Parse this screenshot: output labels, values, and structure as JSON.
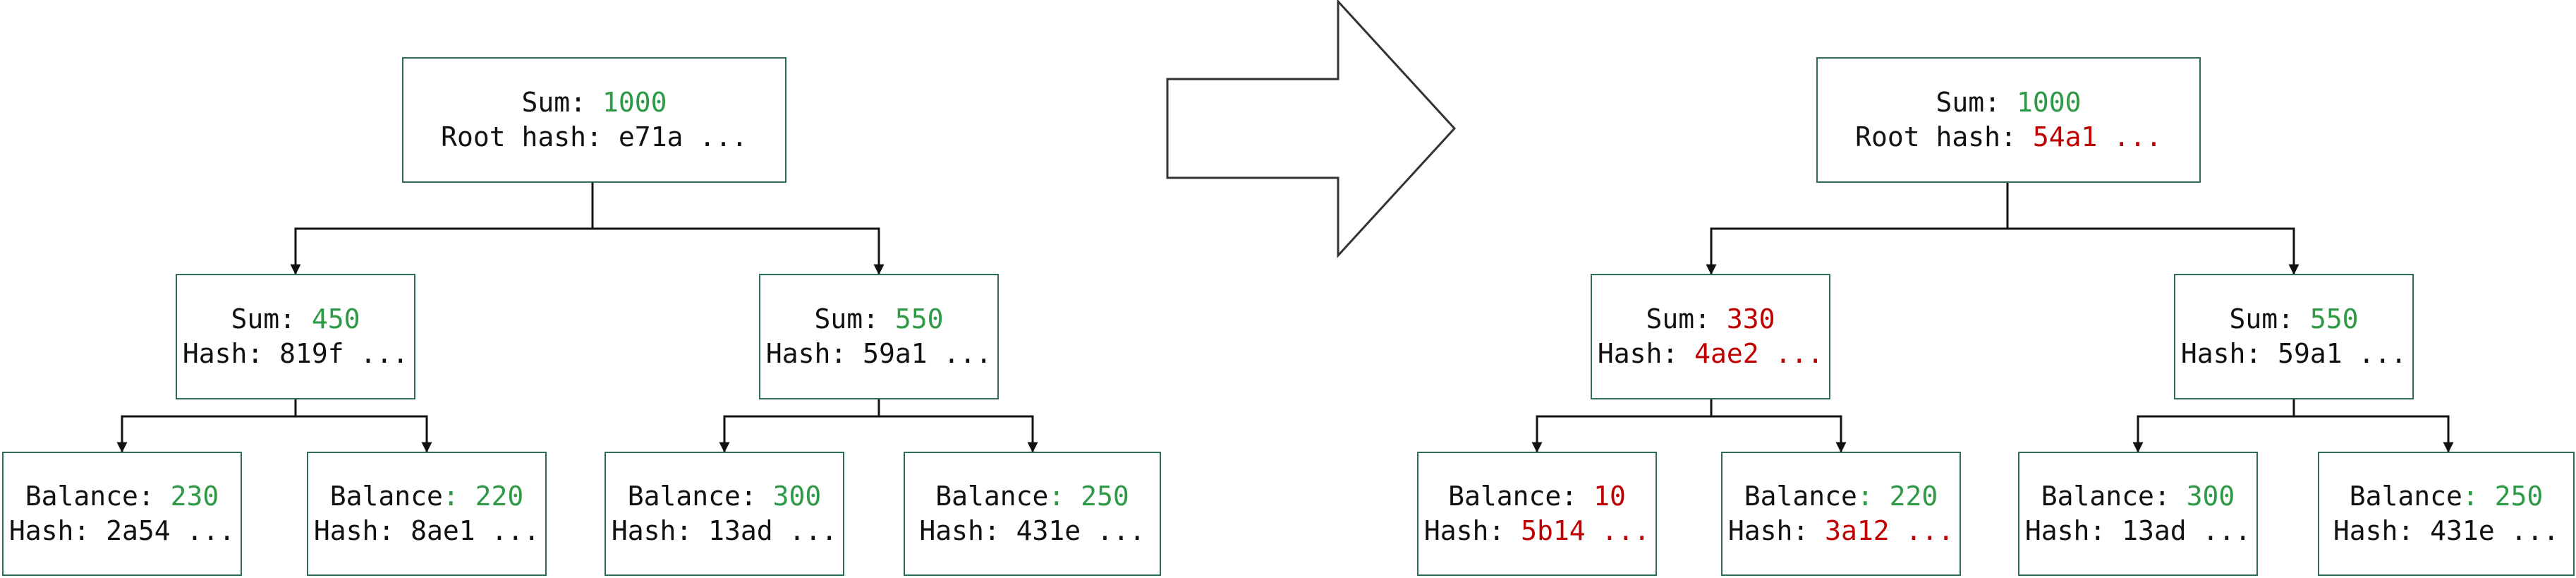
{
  "colors": {
    "unchanged": "#2e9a45",
    "changed": "#c00000",
    "border": "#2f6e56",
    "edge": "#111111"
  },
  "arrow": {
    "icon": "right-arrow-icon"
  },
  "left_tree": {
    "root": {
      "sum_label": "Sum: ",
      "sum": "1000",
      "hash_label": "Root hash: ",
      "hash": "e71a",
      "ellipsis": " ...",
      "sum_changed": false,
      "hash_changed": false
    },
    "left": {
      "sum_label": "Sum: ",
      "sum": "450",
      "hash_label": "Hash: ",
      "hash": "819f",
      "ellipsis": " ...",
      "sum_changed": false,
      "hash_changed": false
    },
    "right": {
      "sum_label": "Sum: ",
      "sum": "550",
      "hash_label": "Hash: ",
      "hash": "59a1",
      "ellipsis": " ...",
      "sum_changed": false,
      "hash_changed": false
    },
    "leaf1": {
      "sum_label": "Balance: ",
      "sum": "230",
      "hash_label": "Hash: ",
      "hash": "2a54",
      "ellipsis": " ...",
      "sum_changed": false,
      "hash_changed": false
    },
    "leaf2": {
      "sum_label": "Balance",
      "sum": ": 220",
      "hash_label": "Hash: ",
      "hash": "8ae1",
      "ellipsis": " ...",
      "sum_changed": false,
      "hash_changed": false
    },
    "leaf3": {
      "sum_label": "Balance: ",
      "sum": "300",
      "hash_label": "Hash: ",
      "hash": "13ad",
      "ellipsis": " ...",
      "sum_changed": false,
      "hash_changed": false
    },
    "leaf4": {
      "sum_label": "Balance",
      "sum": ": 250",
      "hash_label": "Hash: ",
      "hash": "431e",
      "ellipsis": " ...",
      "sum_changed": false,
      "hash_changed": false
    }
  },
  "right_tree": {
    "root": {
      "sum_label": "Sum: ",
      "sum": "1000",
      "hash_label": "Root hash: ",
      "hash": "54a1",
      "ellipsis": " ...",
      "sum_changed": false,
      "hash_changed": true
    },
    "left": {
      "sum_label": "Sum: ",
      "sum": "330",
      "hash_label": "Hash: ",
      "hash": "4ae2",
      "ellipsis": " ...",
      "sum_changed": true,
      "hash_changed": true
    },
    "right": {
      "sum_label": "Sum: ",
      "sum": "550",
      "hash_label": "Hash: ",
      "hash": "59a1",
      "ellipsis": " ...",
      "sum_changed": false,
      "hash_changed": false
    },
    "leaf1": {
      "sum_label": "Balance: ",
      "sum": "10",
      "hash_label": "Hash: ",
      "hash": "5b14",
      "ellipsis": " ...",
      "sum_changed": true,
      "hash_changed": true
    },
    "leaf2": {
      "sum_label": "Balance",
      "sum": ": 220",
      "hash_label": "Hash: ",
      "hash": "3a12",
      "ellipsis": " ...",
      "sum_changed": false,
      "hash_changed": true
    },
    "leaf3": {
      "sum_label": "Balance: ",
      "sum": "300",
      "hash_label": "Hash: ",
      "hash": "13ad",
      "ellipsis": " ...",
      "sum_changed": false,
      "hash_changed": false
    },
    "leaf4": {
      "sum_label": "Balance",
      "sum": ": 250",
      "hash_label": "Hash: ",
      "hash": "431e",
      "ellipsis": " ...",
      "sum_changed": false,
      "hash_changed": false
    }
  }
}
